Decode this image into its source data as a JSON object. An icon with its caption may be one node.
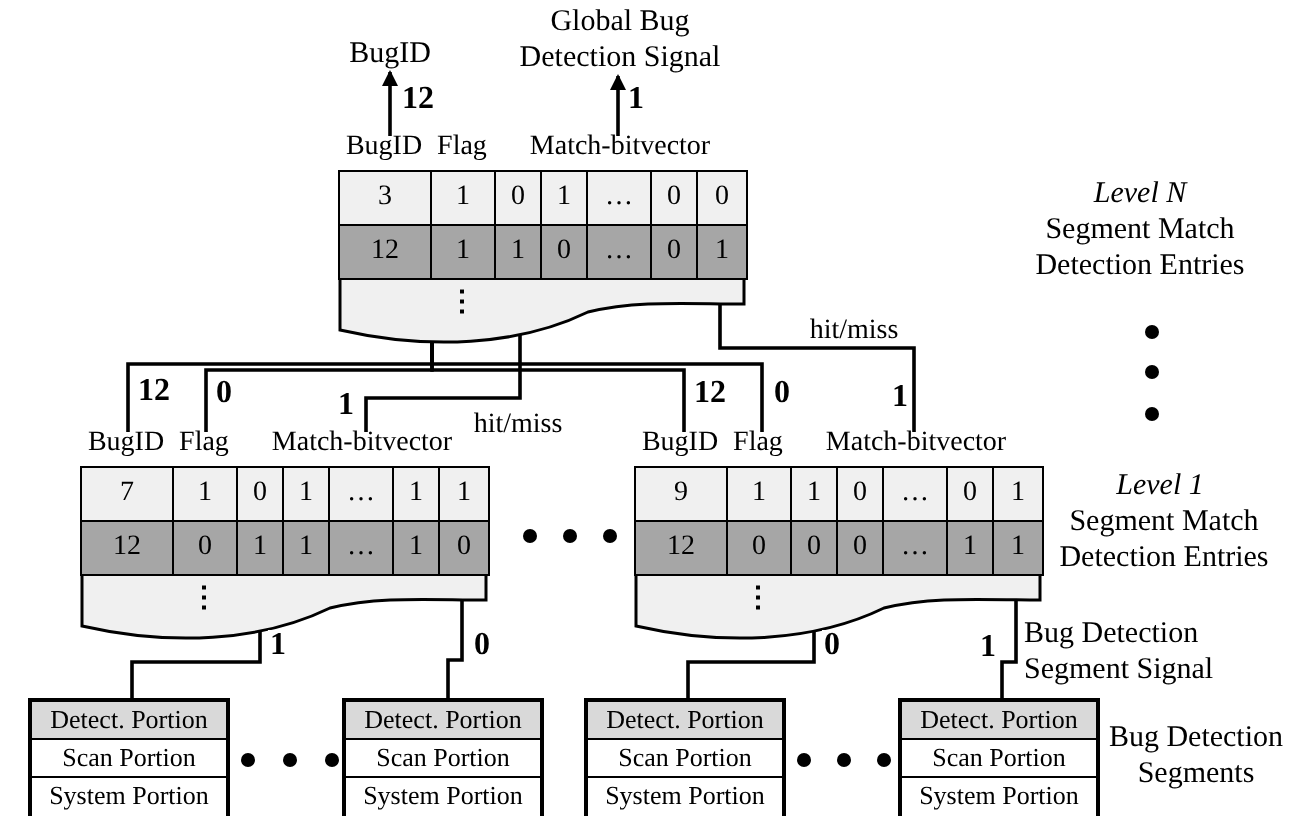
{
  "diagram": {
    "nodes": [
      {
        "text": [
          "BugID"
        ]
      },
      {
        "text": [
          "Global Bug Detection Signal"
        ]
      },
      {
        "text": [
          "BugID",
          "Flag",
          "Match-bitvector",
          "3",
          "1",
          "0",
          "1",
          "…",
          "0",
          "0",
          "12",
          "1",
          "1",
          "0",
          "…",
          "0",
          "1",
          "⋮"
        ]
      },
      {
        "text": [
          "BugID",
          "Flag",
          "Match-bitvector",
          "7",
          "1",
          "0",
          "1",
          "…",
          "1",
          "1",
          "12",
          "0",
          "1",
          "1",
          "…",
          "1",
          "0",
          "⋮"
        ]
      },
      {
        "text": [
          "BugID",
          "Flag",
          "Match-bitvector",
          "9",
          "1",
          "1",
          "0",
          "…",
          "0",
          "1",
          "12",
          "0",
          "0",
          "0",
          "…",
          "1",
          "1",
          "⋮"
        ]
      },
      {
        "text": [
          "Detect. Portion",
          "Scan Portion",
          "System Portion"
        ]
      },
      {
        "text": [
          "Detect. Portion",
          "Scan Portion",
          "System Portion"
        ]
      },
      {
        "text": [
          "Detect. Portion",
          "Scan Portion",
          "System Portion"
        ]
      },
      {
        "text": [
          "Detect. Portion",
          "Scan Portion",
          "System Portion"
        ]
      }
    ],
    "edges": [
      {
        "from": 2,
        "to": 0,
        "arrow": "to",
        "label": "12"
      },
      {
        "from": 2,
        "to": 1,
        "arrow": "to",
        "label": "1"
      },
      {
        "from": 3,
        "to": 2,
        "arrow": "to",
        "label": "12"
      },
      {
        "from": 3,
        "to": 2,
        "arrow": "to",
        "label": "0"
      },
      {
        "from": 3,
        "to": 2,
        "arrow": "to",
        "label": "1"
      },
      {
        "from": 4,
        "to": 2,
        "arrow": "to",
        "label": "12"
      },
      {
        "from": 4,
        "to": 2,
        "arrow": "to",
        "label": "0"
      },
      {
        "from": 4,
        "to": 2,
        "arrow": "to",
        "label": "1"
      },
      {
        "from": 5,
        "to": 3,
        "arrow": "to",
        "label": "1"
      },
      {
        "from": 6,
        "to": 3,
        "arrow": "to",
        "label": "0"
      },
      {
        "from": 7,
        "to": 4,
        "arrow": "to",
        "label": "0"
      },
      {
        "from": 8,
        "to": 4,
        "arrow": "to",
        "label": "1"
      }
    ],
    "labels": [
      "Level N",
      "Segment Match Detection Entries",
      "hit/miss",
      "hit/miss",
      "Level 1",
      "Segment Match Detection Entries",
      "Bug Detection Segment Signal",
      "Bug Detection Segments"
    ]
  }
}
